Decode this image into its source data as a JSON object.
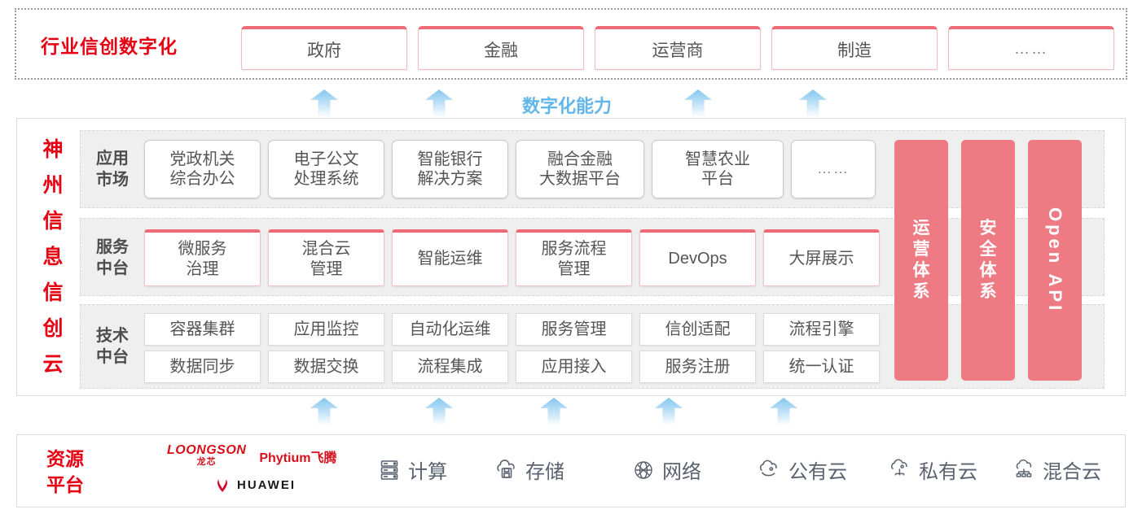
{
  "industry": {
    "title": "行业信创数字化",
    "cards": [
      {
        "label": "政府"
      },
      {
        "label": "金融"
      },
      {
        "label": "运营商"
      },
      {
        "label": "制造"
      },
      {
        "label": "……"
      }
    ]
  },
  "capability": {
    "label": "数字化能力",
    "arrow_count_top": 4,
    "arrow_count_bottom": 5,
    "arrow_icon": "up-arrow-icon"
  },
  "cloud": {
    "title": "神州信息信创云",
    "title_chars": [
      "神",
      "州",
      "信",
      "息",
      "信",
      "创",
      "云"
    ],
    "bands": [
      {
        "name": "application-market",
        "label": "应用市场",
        "label_lines": [
          "应用",
          "市场"
        ],
        "cards": [
          {
            "lines": [
              "党政机关",
              "综合办公"
            ]
          },
          {
            "lines": [
              "电子公文",
              "处理系统"
            ]
          },
          {
            "lines": [
              "智能银行",
              "解决方案"
            ]
          },
          {
            "lines": [
              "融合金融",
              "大数据平台"
            ]
          },
          {
            "lines": [
              "智慧农业",
              "平台"
            ]
          },
          {
            "lines": [
              "……"
            ],
            "dots": true
          }
        ]
      },
      {
        "name": "service-middle-platform",
        "label": "服务中台",
        "label_lines": [
          "服务",
          "中台"
        ],
        "cards": [
          {
            "lines": [
              "微服务",
              "治理"
            ]
          },
          {
            "lines": [
              "混合云",
              "管理"
            ]
          },
          {
            "lines": [
              "智能运维"
            ]
          },
          {
            "lines": [
              "服务流程",
              "管理"
            ]
          },
          {
            "lines": [
              "DevOps"
            ]
          },
          {
            "lines": [
              "大屏展示"
            ]
          }
        ]
      },
      {
        "name": "technical-middle-platform",
        "label": "技术中台",
        "label_lines": [
          "技术",
          "中台"
        ],
        "rows": [
          [
            "容器集群",
            "应用监控",
            "自动化运维",
            "服务管理",
            "信创适配",
            "流程引擎"
          ],
          [
            "数据同步",
            "数据交换",
            "流程集成",
            "应用接入",
            "服务注册",
            "统一认证"
          ]
        ]
      }
    ],
    "pillars": [
      {
        "text": "运营体系",
        "chars": [
          "运",
          "营",
          "体",
          "系"
        ],
        "vertical_cjk": true
      },
      {
        "text": "安全体系",
        "chars": [
          "安",
          "全",
          "体",
          "系"
        ],
        "vertical_cjk": true
      },
      {
        "text": "Open API",
        "chars": [],
        "vertical_cjk": false
      }
    ]
  },
  "resource": {
    "title": "资源平台",
    "title_lines": [
      "资源",
      "平台"
    ],
    "brands": [
      {
        "name": "loongson-logo",
        "latin": "LOONGSON",
        "cn": "龙芯"
      },
      {
        "name": "phytium-logo",
        "latin": "Phytium飞腾"
      },
      {
        "name": "huawei-logo",
        "latin": "HUAWEI"
      }
    ],
    "items": [
      {
        "label": "计算",
        "icon": "server-icon"
      },
      {
        "label": "存储",
        "icon": "cloud-storage-icon"
      },
      {
        "label": "网络",
        "icon": "network-icon"
      },
      {
        "label": "公有云",
        "icon": "public-cloud-icon"
      },
      {
        "label": "私有云",
        "icon": "private-cloud-icon"
      },
      {
        "label": "混合云",
        "icon": "hybrid-cloud-icon"
      }
    ]
  },
  "colors": {
    "brand_red": "#e60012",
    "pillar_pink": "#ee7b83",
    "card_accent": "#ef6a77",
    "arrow_blue": "#7ec4ee",
    "capability_blue": "#62b6ea",
    "band_gray": "#efefef",
    "text_gray": "#555555"
  }
}
